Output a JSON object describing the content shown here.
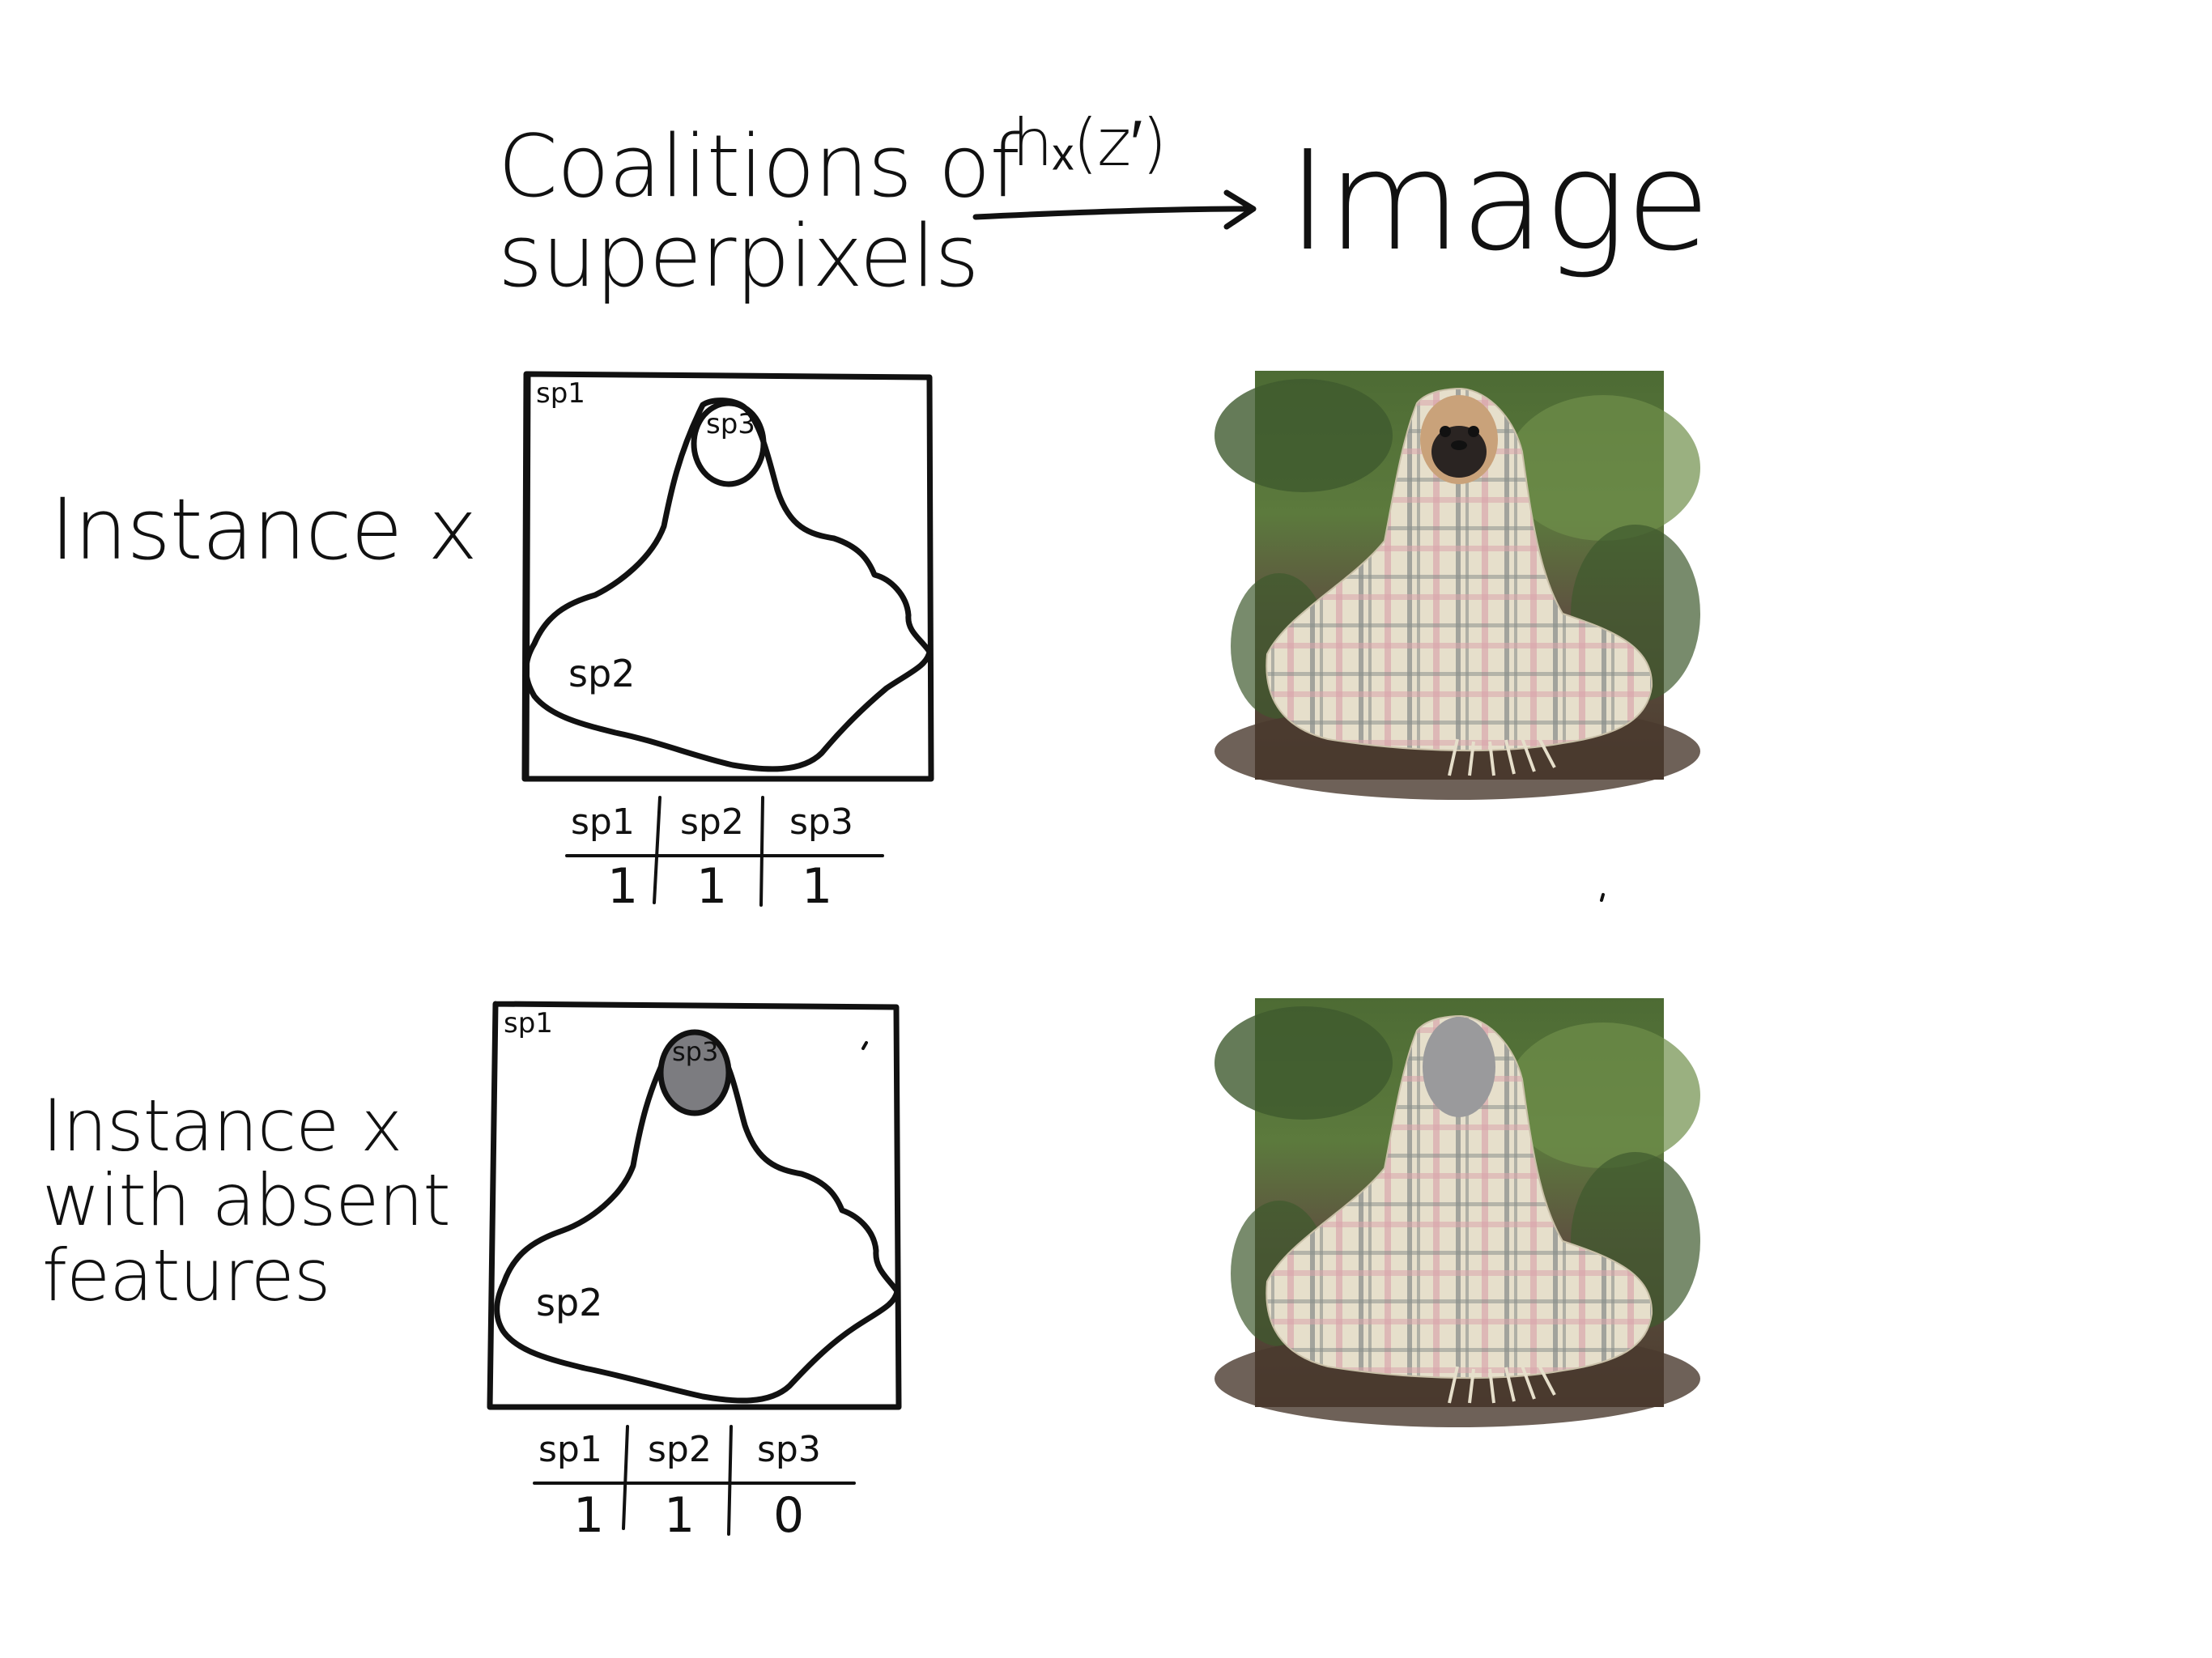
{
  "header": {
    "left_title": "Coalitions of\nsuperpixels",
    "arrow_label": "hₓ(z′)",
    "right_title": "Image"
  },
  "rows": [
    {
      "row_label": "Instance x",
      "sketch": {
        "region_labels": {
          "sp1": "sp1",
          "sp2": "sp2",
          "sp3": "sp3"
        },
        "sp3_absent": false
      },
      "coalition_table": {
        "headers": [
          "sp1",
          "sp2",
          "sp3"
        ],
        "values": [
          "1",
          "1",
          "1"
        ]
      },
      "photo": {
        "face_masked": false
      }
    },
    {
      "row_label": "Instance x\nwith absent\nfeatures",
      "sketch": {
        "region_labels": {
          "sp1": "sp1",
          "sp2": "sp2",
          "sp3": "sp3"
        },
        "sp3_absent": true
      },
      "coalition_table": {
        "headers": [
          "sp1",
          "sp2",
          "sp3"
        ],
        "values": [
          "1",
          "1",
          "0"
        ]
      },
      "photo": {
        "face_masked": true
      }
    }
  ],
  "colors": {
    "ink": "#111111",
    "absent_fill": "#7c7c80",
    "mask_gray": "#9a9a9c",
    "blanket_cream": "#e6dfcb",
    "blanket_pink": "#d9a3ab",
    "blanket_gray_stripe": "#8a8f8c",
    "foliage_dark": "#3f5a2e",
    "foliage_light": "#6f8f4a",
    "ground_brown": "#5a4636",
    "pug_fawn": "#c9a27a",
    "pug_mask": "#2a2422"
  },
  "icons": {
    "arrow": "right-arrow-icon"
  }
}
